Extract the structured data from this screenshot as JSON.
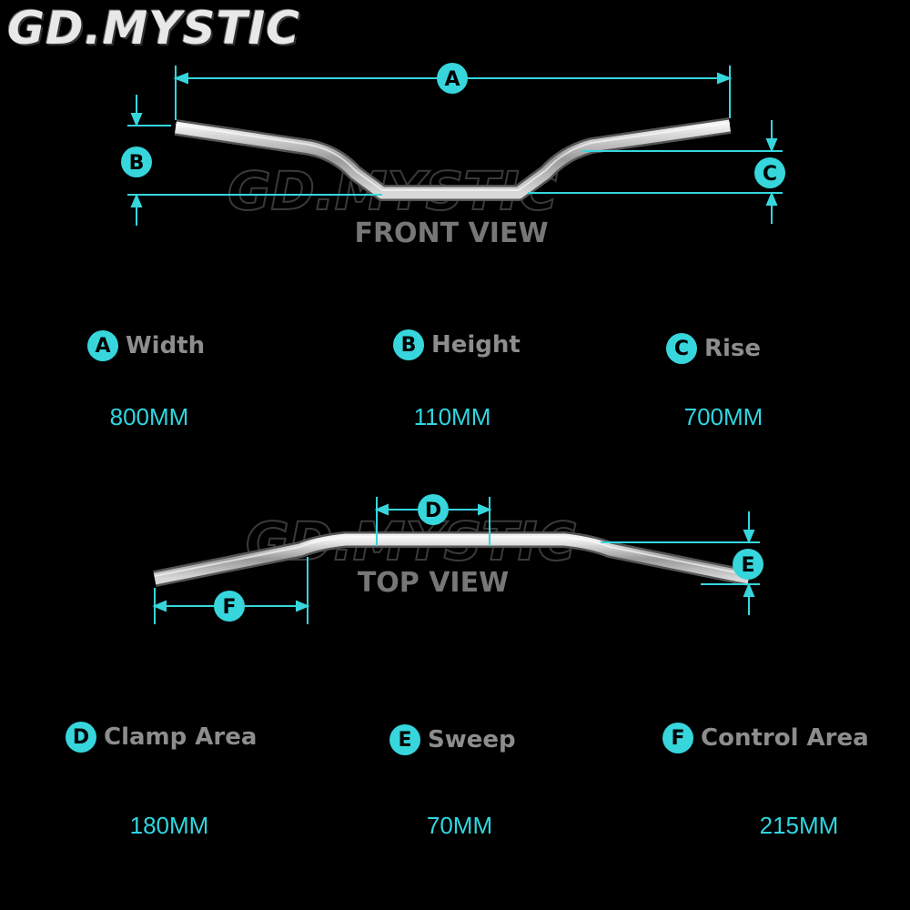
{
  "brand": {
    "logo_text": "GD.MYSTIC",
    "watermark_text": "GD.MYSTIC"
  },
  "colors": {
    "accent": "#36d6dc",
    "label_gray": "#8d8d8d",
    "value_cyan": "#2fd6e0",
    "background": "#000000"
  },
  "front_view": {
    "title": "FRONT VIEW",
    "markers": {
      "a": "A",
      "b": "B",
      "c": "C"
    }
  },
  "top_view": {
    "title": "TOP VIEW",
    "markers": {
      "d": "D",
      "e": "E",
      "f": "F"
    }
  },
  "specs": [
    {
      "letter": "A",
      "name": "Width",
      "value": "800MM"
    },
    {
      "letter": "B",
      "name": "Height",
      "value": "110MM"
    },
    {
      "letter": "C",
      "name": "Rise",
      "value": "700MM"
    },
    {
      "letter": "D",
      "name": "Clamp Area",
      "value": "180MM"
    },
    {
      "letter": "E",
      "name": "Sweep",
      "value": "70MM"
    },
    {
      "letter": "F",
      "name": "Control Area",
      "value": "215MM"
    }
  ]
}
